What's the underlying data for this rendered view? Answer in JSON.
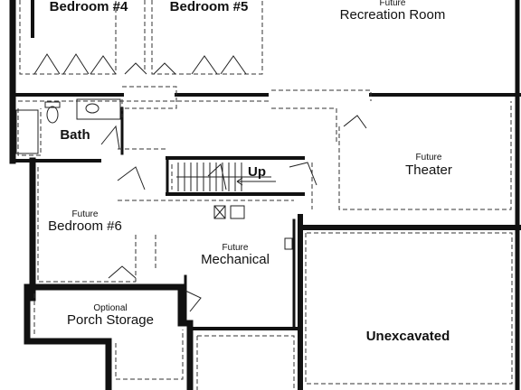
{
  "rooms": {
    "bedroom4": {
      "name": "Bedroom #4"
    },
    "bedroom5": {
      "name": "Bedroom #5"
    },
    "recreation": {
      "tag": "Future",
      "name": "Recreation Room"
    },
    "bath": {
      "name": "Bath"
    },
    "theater": {
      "tag": "Future",
      "name": "Theater"
    },
    "bedroom6": {
      "tag": "Future",
      "name": "Bedroom #6"
    },
    "mechanical": {
      "tag": "Future",
      "name": "Mechanical"
    },
    "porch": {
      "tag": "Optional",
      "name": "Porch Storage"
    },
    "unexcavated": {
      "name": "Unexcavated"
    }
  },
  "stairs": {
    "direction_label": "Up"
  }
}
